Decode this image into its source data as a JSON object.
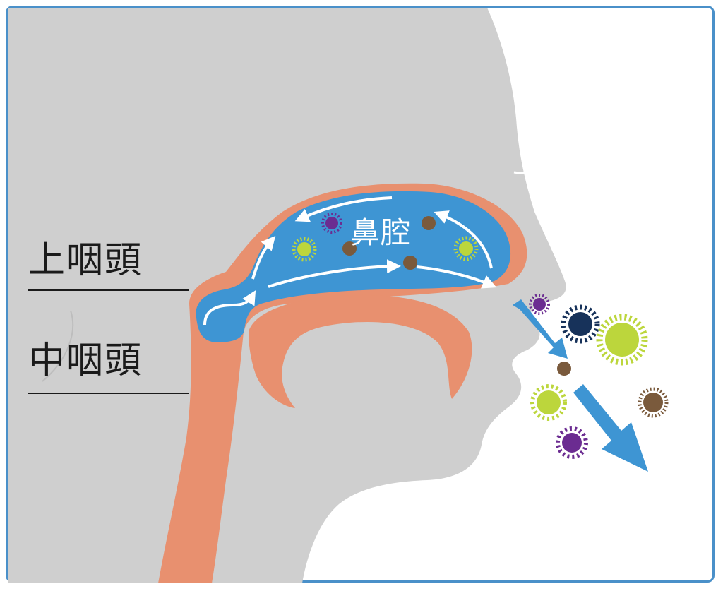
{
  "labels": {
    "upper_pharynx": "上咽頭",
    "middle_pharynx": "中咽頭",
    "nasal_cavity": "鼻腔"
  },
  "icons": [
    "head-silhouette",
    "nasal-cavity-shape",
    "airflow-arrow",
    "virus-particle",
    "dust-particle",
    "pollen-particle"
  ],
  "colors": {
    "frame": "#4a90c9",
    "silhouette": "#cfcfcf",
    "tissue": "#e8906f",
    "cavity": "#3e95d3",
    "arrow": "#3e95d3",
    "purple_virus": "#6b2c91",
    "navy_virus": "#17325a",
    "green_pollen": "#bcd63c",
    "brown_dust": "#7a5a3c"
  }
}
